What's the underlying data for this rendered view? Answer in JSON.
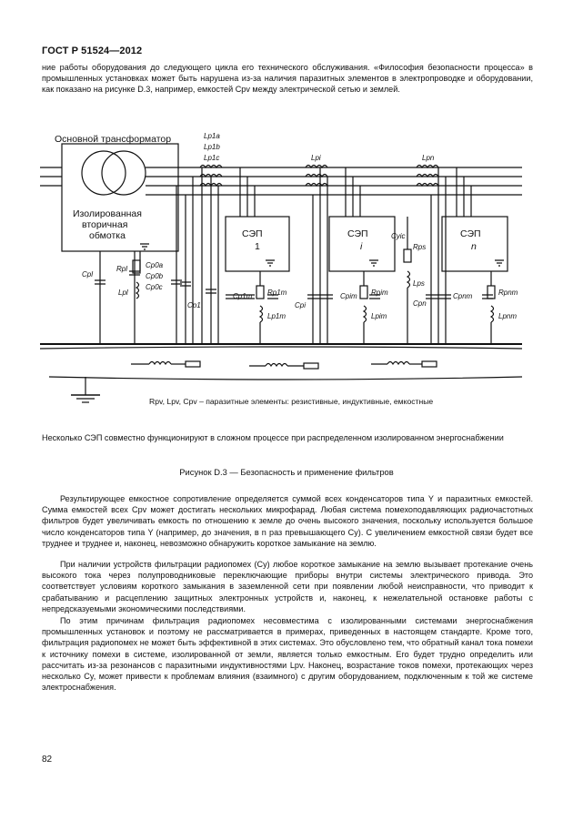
{
  "header": {
    "standard": "ГОСТ Р 51524—2012"
  },
  "intro": "ние работы оборудования до следующего цикла его технического обслуживания. «Философия безопасности процесса» в промышленных установках может быть нарушена из-за наличия паразитных элементов в электропроводке и оборудовании, как показано на рисунке D.3, например, емкостей Cpv между электрической сетью и землей.",
  "figure": {
    "transformer_label": "Основной трансформатор",
    "secondary_label_1": "Изолированная",
    "secondary_label_2": "вторичная",
    "secondary_label_3": "обмотка",
    "legend": "Rpv, Lpv, Cpv – паразитные элементы: резистивные, индуктивные, емкостные",
    "note": "Несколько СЭП совместно функционируют в сложном процессе при распределенном изолированном энергоснабжении",
    "drives": [
      {
        "title": "СЭП",
        "index": "1"
      },
      {
        "title": "СЭП",
        "index": "i"
      },
      {
        "title": "СЭП",
        "index": "n"
      }
    ],
    "labels": {
      "lp1a": "Lp1a",
      "lp1b": "Lp1b",
      "lp1c": "Lp1c",
      "lpi": "Lpi",
      "lpn": "Lpn",
      "cpl": "Cpl",
      "rpl": "Rpl",
      "lpl": "Lpl",
      "cp0a": "Cp0a",
      "cp0b": "Cp0b",
      "cp0c": "Cp0c",
      "cp1": "Cp1",
      "cp1m": "Cp1m",
      "rp1m": "Rp1m",
      "lp1m": "Lp1m",
      "cpi": "Cpi",
      "cpim": "Cpim",
      "rpim": "Rpim",
      "lpim": "Lpim",
      "cyic": "Cyic",
      "rps": "Rps",
      "lps": "Lps",
      "cpn": "Cpn",
      "cpnm": "Cpnm",
      "rpnm": "Rpnm",
      "lpnm": "Lpnm"
    }
  },
  "caption": "Рисунок D.3 — Безопасность и применение фильтров",
  "paragraphs": [
    "Результирующее емкостное сопротивление определяется суммой всех конденсаторов типа Y и паразитных емкостей. Сумма емкостей всех Cpv может достигать нескольких микрофарад. Любая система помехоподавляющих радиочастотных фильтров будет увеличивать емкость по отношению к земле до очень высокого значения, поскольку используется большое число конденсаторов типа Y (например, до значения, в n раз превышающего Cy). С увеличением емкостной связи будет все труднее и труднее и, наконец, невозможно обнаружить короткое замыкание на землю.",
    "При наличии устройств фильтрации радиопомех (Cy) любое короткое замыкание на землю вызывает протекание очень высокого тока через полупроводниковые переключающие приборы внутри системы электрического привода. Это соответствует условиям короткого замыкания в заземленной сети при появлении любой неисправности, что приводит к срабатыванию и расцеплению защитных электронных устройств и, наконец, к нежелательной остановке работы с непредсказуемыми экономическими последствиями.",
    "По этим причинам фильтрация радиопомех несовместима с изолированными системами энергоснабжения промышленных установок и поэтому не рассматривается в примерах, приведенных в настоящем стандарте. Кроме того, фильтрация радиопомех не может быть эффективной в этих системах. Это обусловлено тем, что обратный канал тока помехи к источнику помехи в системе, изолированной от земли, является только емкостным. Его будет трудно определить или рассчитать из-за резонансов с паразитными индуктивностями Lpv. Наконец, возрастание токов помехи, протекающих через несколько Cy, может привести к проблемам влияния (взаимного) с другим оборудованием, подключенным к той же системе электроснабжения."
  ],
  "page_number": "82"
}
